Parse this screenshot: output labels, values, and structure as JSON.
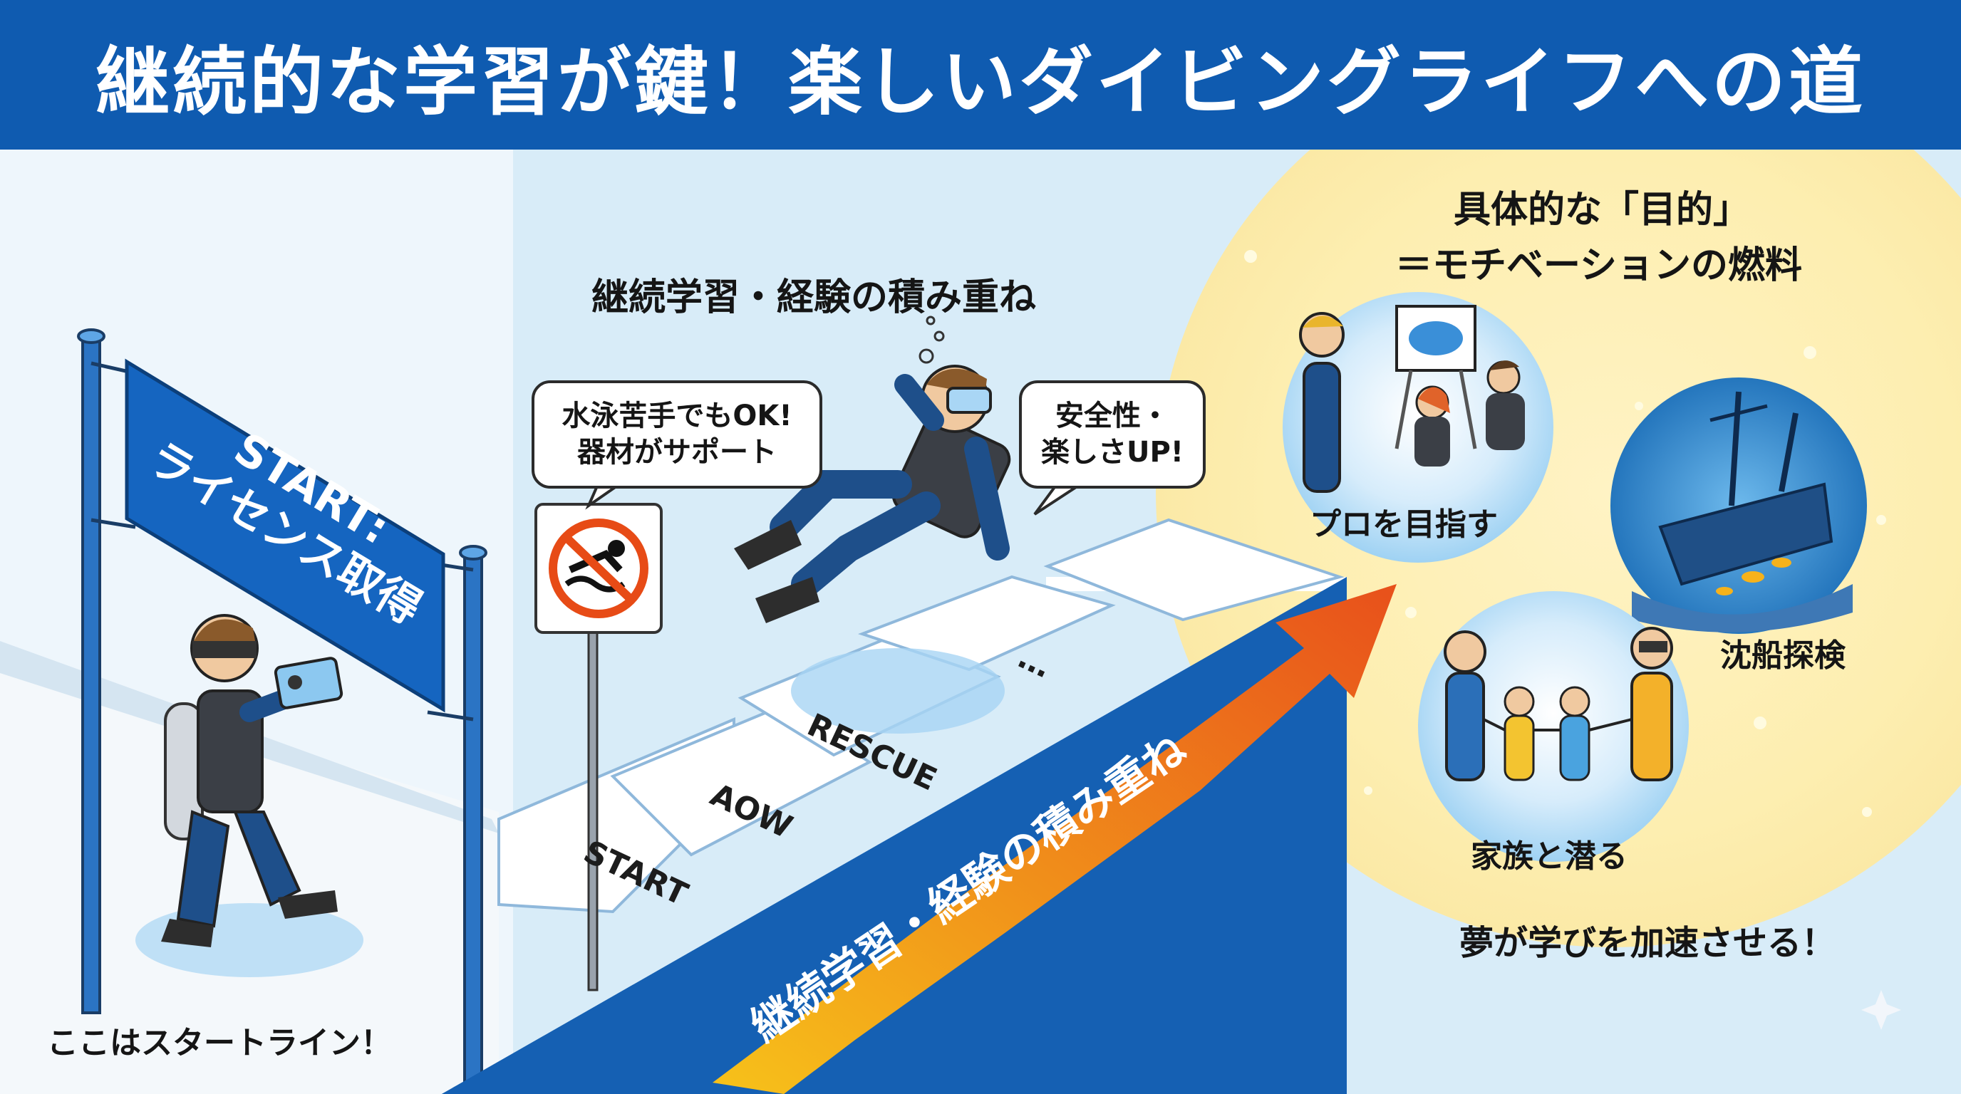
{
  "header": {
    "title": "継続的な学習が鍵！楽しいダイビングライフへの道"
  },
  "start_area": {
    "banner_line1": "START:",
    "banner_line2": "ライセンス取得",
    "caption": "ここはスタートライン！"
  },
  "middle": {
    "heading": "継続学習・経験の積み重ね",
    "bubble_left_line1": "水泳苦手でもOK!",
    "bubble_left_line2": "器材がサポート",
    "bubble_right_line1": "安全性・",
    "bubble_right_line2": "楽しさUP!",
    "sign_icon": "no-swimming-icon"
  },
  "stairs": {
    "steps": [
      "START",
      "AOW",
      "RESCUE",
      "…"
    ],
    "arrow_label": "継続学習・経験の積み重ね"
  },
  "goals": {
    "heading_line1": "具体的な「目的」",
    "heading_line2": "＝モチベーションの燃料",
    "items": [
      {
        "label": "プロを目指す",
        "icon": "instructor-lecture-icon"
      },
      {
        "label": "沈船探検",
        "icon": "shipwreck-icon"
      },
      {
        "label": "家族と潜る",
        "icon": "family-divers-icon"
      }
    ],
    "caption": "夢が学びを加速させる！"
  },
  "colors": {
    "primary": "#0f5bb0",
    "light_bg": "#e4f2fb",
    "glow": "#fdeeb0",
    "arrow_start": "#f7c21a",
    "arrow_end": "#e8501b"
  }
}
